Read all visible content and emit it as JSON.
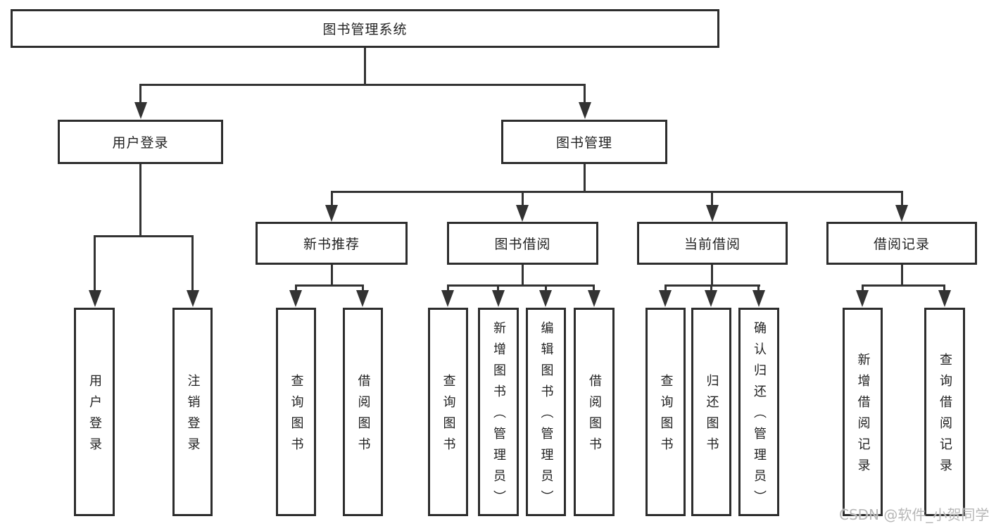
{
  "diagram": {
    "root": {
      "label": "图书管理系统"
    },
    "branches": {
      "user_login": {
        "label": "用户登录",
        "children": [
          "用户登录",
          "注销登录"
        ]
      },
      "book_mgmt": {
        "label": "图书管理"
      },
      "new_book": {
        "label": "新书推荐",
        "children": [
          "查询图书",
          "借阅图书"
        ]
      },
      "book_borrow": {
        "label": "图书借阅",
        "children": [
          "查询图书",
          "新增图书（管理员）",
          "编辑图书（管理员）",
          "借阅图书"
        ]
      },
      "current_borrow": {
        "label": "当前借阅",
        "children": [
          "查询图书",
          "归还图书",
          "确认归还（管理员）"
        ]
      },
      "borrow_record": {
        "label": "借阅记录",
        "children": [
          "新增借阅记录",
          "查询借阅记录"
        ]
      }
    },
    "watermark": "CSDN @软件_小贺同学",
    "colors": {
      "line": "#333333",
      "border": "#2d2d2d",
      "text": "#222222",
      "background": "#ffffff",
      "watermark": "#b7b7b7"
    }
  }
}
